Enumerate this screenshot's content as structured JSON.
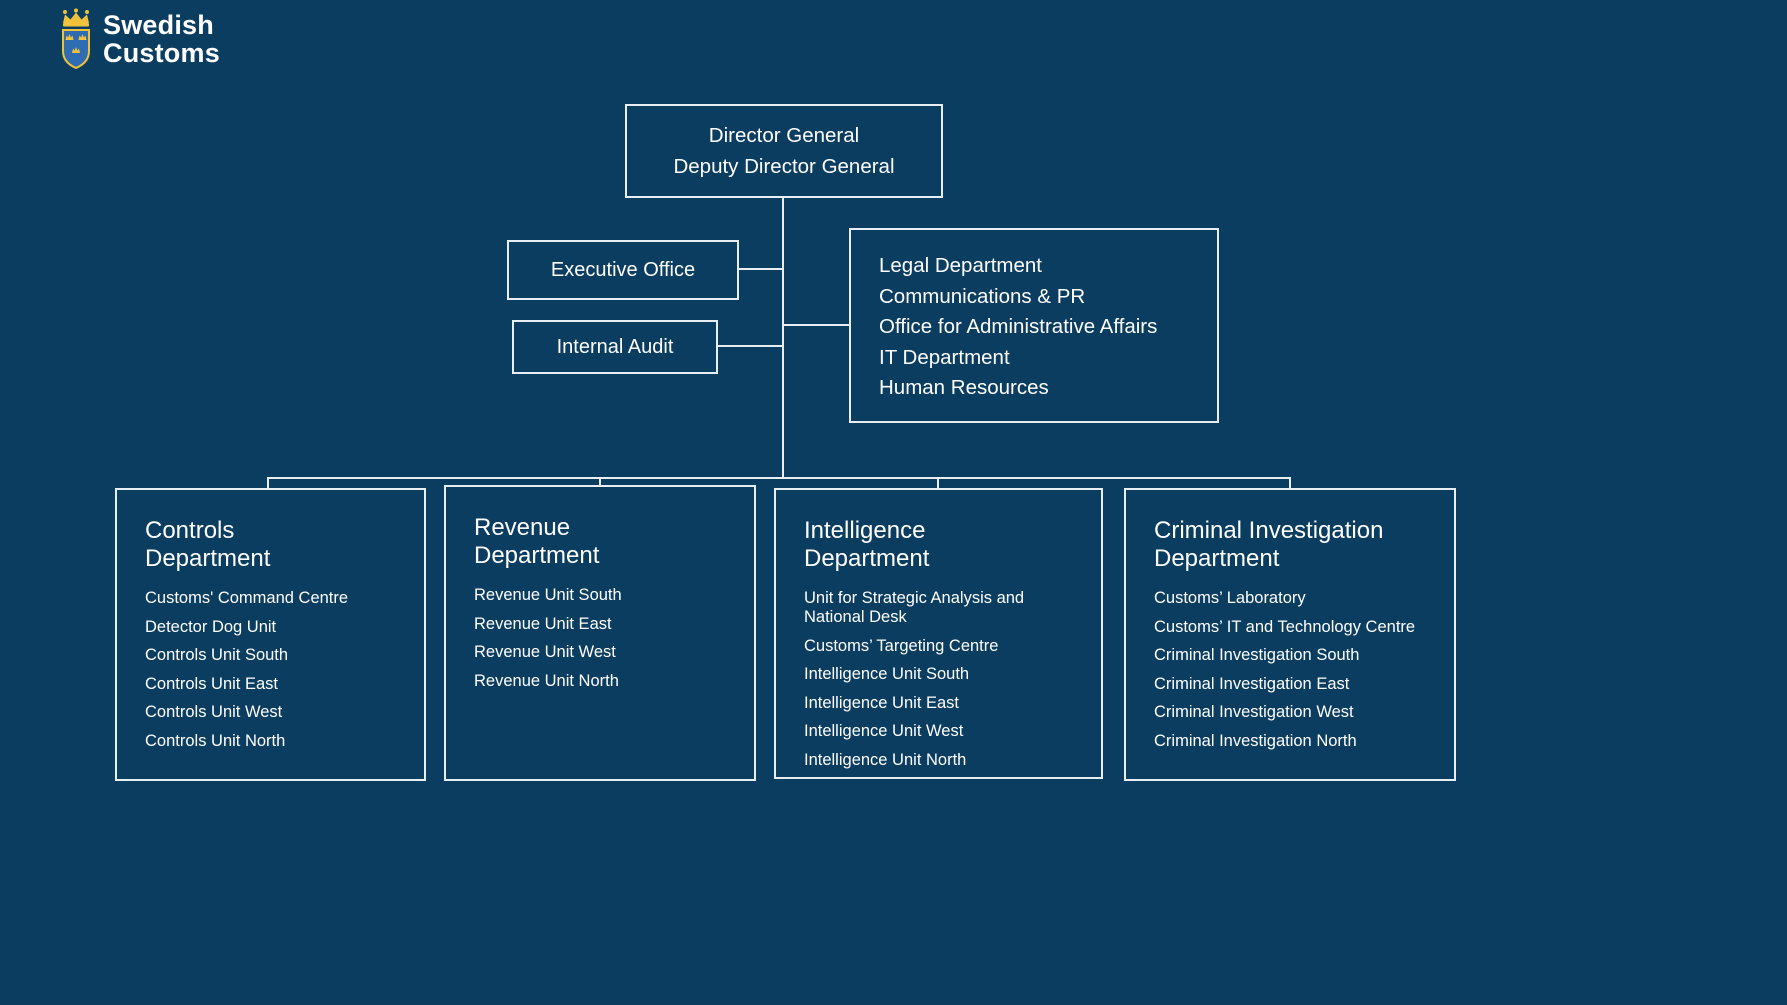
{
  "colors": {
    "background": "#0b3d60",
    "line": "#e9eef2",
    "crown_gold": "#f0c23c",
    "shield_blue": "#2f6db2"
  },
  "logo": {
    "line1": "Swedish",
    "line2": "Customs"
  },
  "org": {
    "director": {
      "line1": "Director General",
      "line2": "Deputy Director General"
    },
    "executive_office": {
      "label": "Executive Office"
    },
    "internal_audit": {
      "label": "Internal Audit"
    },
    "staff_box": {
      "items": [
        "Legal Department",
        "Communications & PR",
        "Office for Administrative Affairs",
        "IT Department",
        "Human Resources"
      ]
    },
    "departments": [
      {
        "title_line1": "Controls",
        "title_line2": "Department",
        "units": [
          "Customs' Command Centre",
          "Detector Dog Unit",
          "Controls Unit South",
          "Controls Unit East",
          "Controls Unit West",
          "Controls Unit North"
        ]
      },
      {
        "title_line1": "Revenue",
        "title_line2": "Department",
        "units": [
          "Revenue Unit South",
          "Revenue Unit East",
          "Revenue Unit West",
          "Revenue Unit North"
        ]
      },
      {
        "title_line1": "Intelligence",
        "title_line2": "Department",
        "units": [
          "Unit for Strategic Analysis and National Desk",
          "Customs’ Targeting Centre",
          "Intelligence Unit South",
          "Intelligence Unit East",
          "Intelligence Unit West",
          "Intelligence Unit North"
        ]
      },
      {
        "title_line1": "Criminal Investigation",
        "title_line2": "Department",
        "units": [
          "Customs’ Laboratory",
          "Customs’ IT and Technology Centre",
          "Criminal Investigation South",
          "Criminal Investigation East",
          "Criminal Investigation West",
          "Criminal Investigation North"
        ]
      }
    ]
  }
}
